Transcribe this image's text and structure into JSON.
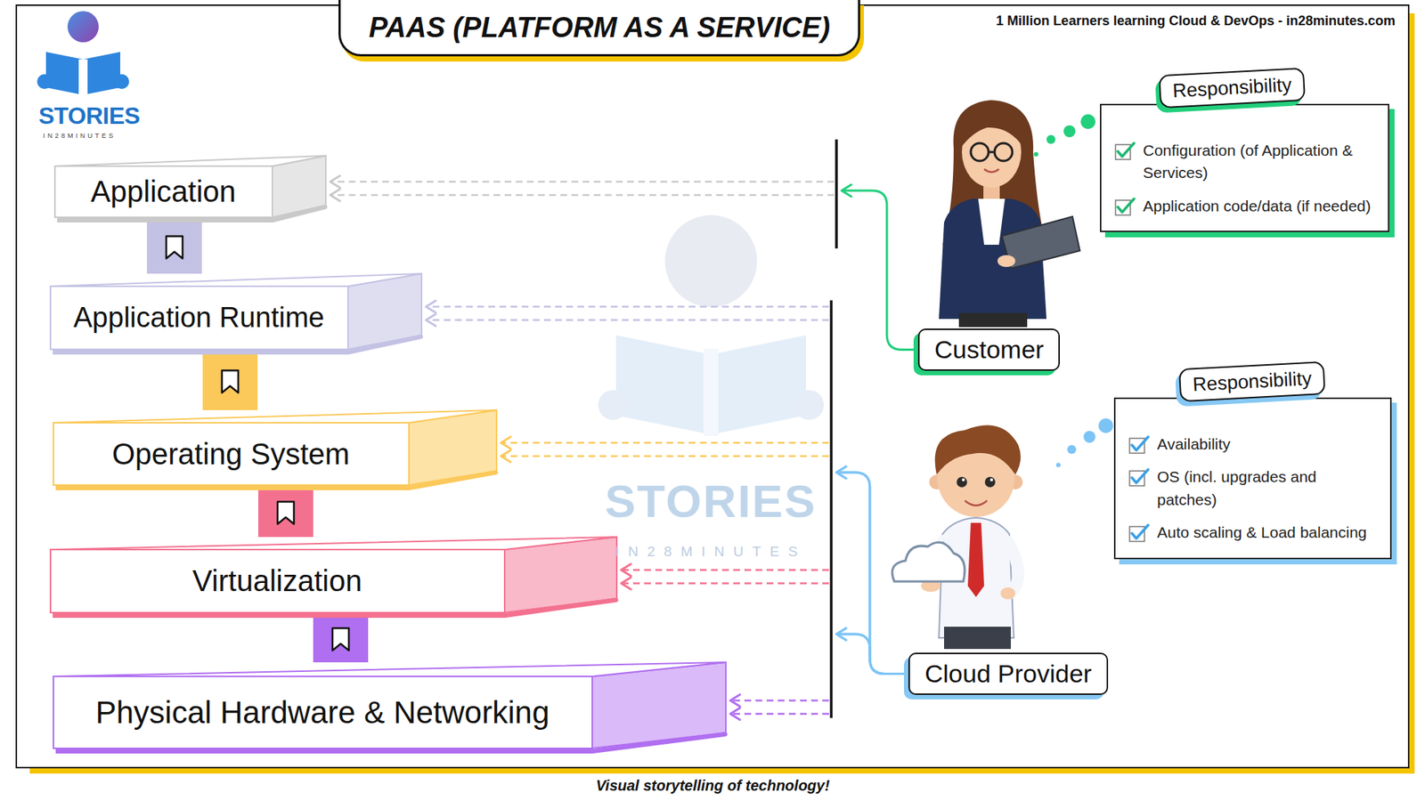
{
  "diagram": {
    "title": "PAAS (PLATFORM AS A SERVICE)",
    "caption": "Visual storytelling of technology!",
    "nodes": [
      {
        "text": [
          "Application"
        ]
      },
      {
        "text": [
          "Application Runtime"
        ]
      },
      {
        "text": [
          "Operating System"
        ]
      },
      {
        "text": [
          "Virtualization"
        ]
      },
      {
        "text": [
          "Physical Hardware & Networking"
        ]
      },
      {
        "text": [
          "Responsibility",
          "Configuration (of Application & Services)",
          "Application code/data (if needed)"
        ]
      },
      {
        "text": [
          "Customer"
        ]
      },
      {
        "text": [
          "Responsibility",
          "Availability",
          "OS (incl. upgrades and patches)",
          "Auto scaling & Load balancing"
        ]
      },
      {
        "text": [
          "Cloud Provider"
        ]
      }
    ],
    "edges": [
      {
        "from": 0,
        "to": 1,
        "arrow": "none"
      },
      {
        "from": 1,
        "to": 2,
        "arrow": "none"
      },
      {
        "from": 2,
        "to": 3,
        "arrow": "none"
      },
      {
        "from": 3,
        "to": 4,
        "arrow": "none"
      },
      {
        "from": 6,
        "to": 0,
        "arrow": "to"
      },
      {
        "from": 8,
        "to": 1,
        "arrow": "to"
      },
      {
        "from": 8,
        "to": 2,
        "arrow": "to"
      },
      {
        "from": 8,
        "to": 3,
        "arrow": "to"
      },
      {
        "from": 8,
        "to": 4,
        "arrow": "to"
      }
    ],
    "labels": [
      "1 Million Learners learning Cloud & DevOps - in28minutes.com",
      "STORIES",
      "IN28MINUTES",
      "STORIES",
      "IN28MINUTES"
    ]
  }
}
